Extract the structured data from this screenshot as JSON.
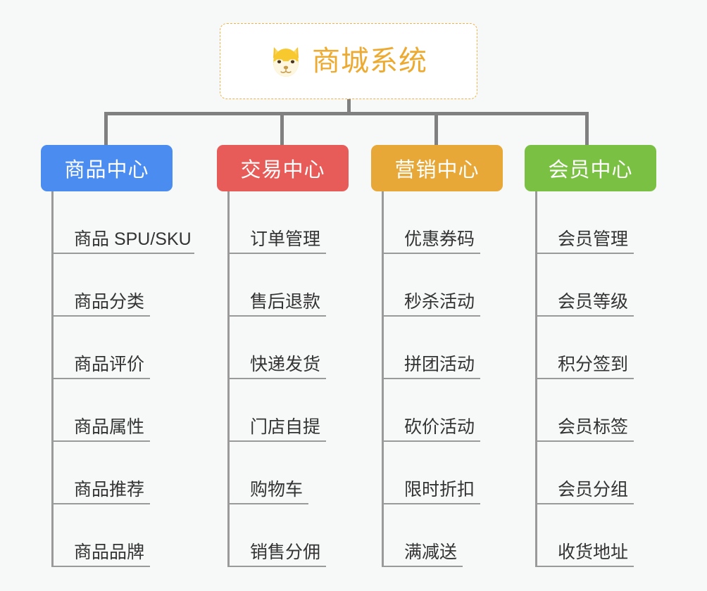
{
  "page": {
    "background": "#f7f8f8",
    "type": "mindmap-tree"
  },
  "root": {
    "title": "商城系统",
    "icon": "shiba-dog-face-icon",
    "text_color": "#edaa31",
    "border_color": "#f0b24a",
    "background": "#ffffff"
  },
  "connector": {
    "color": "#808080"
  },
  "categories": [
    {
      "label": "商品中心",
      "color": "#4a8cf0",
      "items": [
        "商品 SPU/SKU",
        "商品分类",
        "商品评价",
        "商品属性",
        "商品推荐",
        "商品品牌"
      ]
    },
    {
      "label": "交易中心",
      "color": "#e75c58",
      "items": [
        "订单管理",
        "售后退款",
        "快递发货",
        "门店自提",
        "购物车",
        "销售分佣"
      ]
    },
    {
      "label": "营销中心",
      "color": "#e8a838",
      "items": [
        "优惠券码",
        "秒杀活动",
        "拼团活动",
        "砍价活动",
        "限时折扣",
        "满减送"
      ]
    },
    {
      "label": "会员中心",
      "color": "#7ac143",
      "items": [
        "会员管理",
        "会员等级",
        "积分签到",
        "会员标签",
        "会员分组",
        "收货地址"
      ]
    }
  ]
}
